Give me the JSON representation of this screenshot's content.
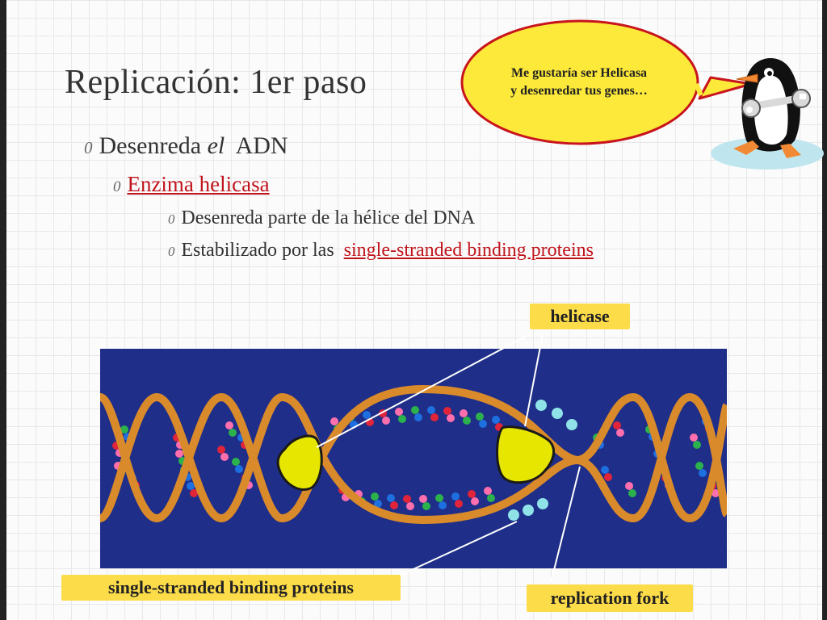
{
  "slide": {
    "title": "Replicación: 1er paso",
    "bullet_marker": "0",
    "bullets": [
      {
        "level": 1,
        "pre": "Desenreda ",
        "em": "el",
        "post": "  ADN"
      },
      {
        "level": 2,
        "link": "Enzima helicasa"
      },
      {
        "level": 3,
        "text": "Desenreda parte de la hélice del DNA"
      },
      {
        "level": 3,
        "text": "Estabilizado por las  ",
        "link": "single-stranded binding proteins"
      }
    ]
  },
  "speech_bubble": {
    "line1": "Me gustaría ser Helicasa",
    "line2": "y desenredar tus genes…",
    "fill_color": "#fde93a",
    "border_color": "#c8141c"
  },
  "mascot": {
    "icon": "penguin-with-wrench-icon"
  },
  "diagram": {
    "background_color": "#1f2e88",
    "backbone_color": "#d98a2a",
    "helicase_color": "#e6e600",
    "ssb_color": "#8fe3e8",
    "base_colors": [
      "#e0243a",
      "#ff6fae",
      "#2bb24c",
      "#1e6fe0"
    ],
    "labels": {
      "helicase": "helicase",
      "ssb": "single-stranded binding proteins",
      "replication_fork": "replication fork"
    }
  },
  "colors": {
    "link": "#c0141c",
    "label_fill": "#fddc4a"
  }
}
